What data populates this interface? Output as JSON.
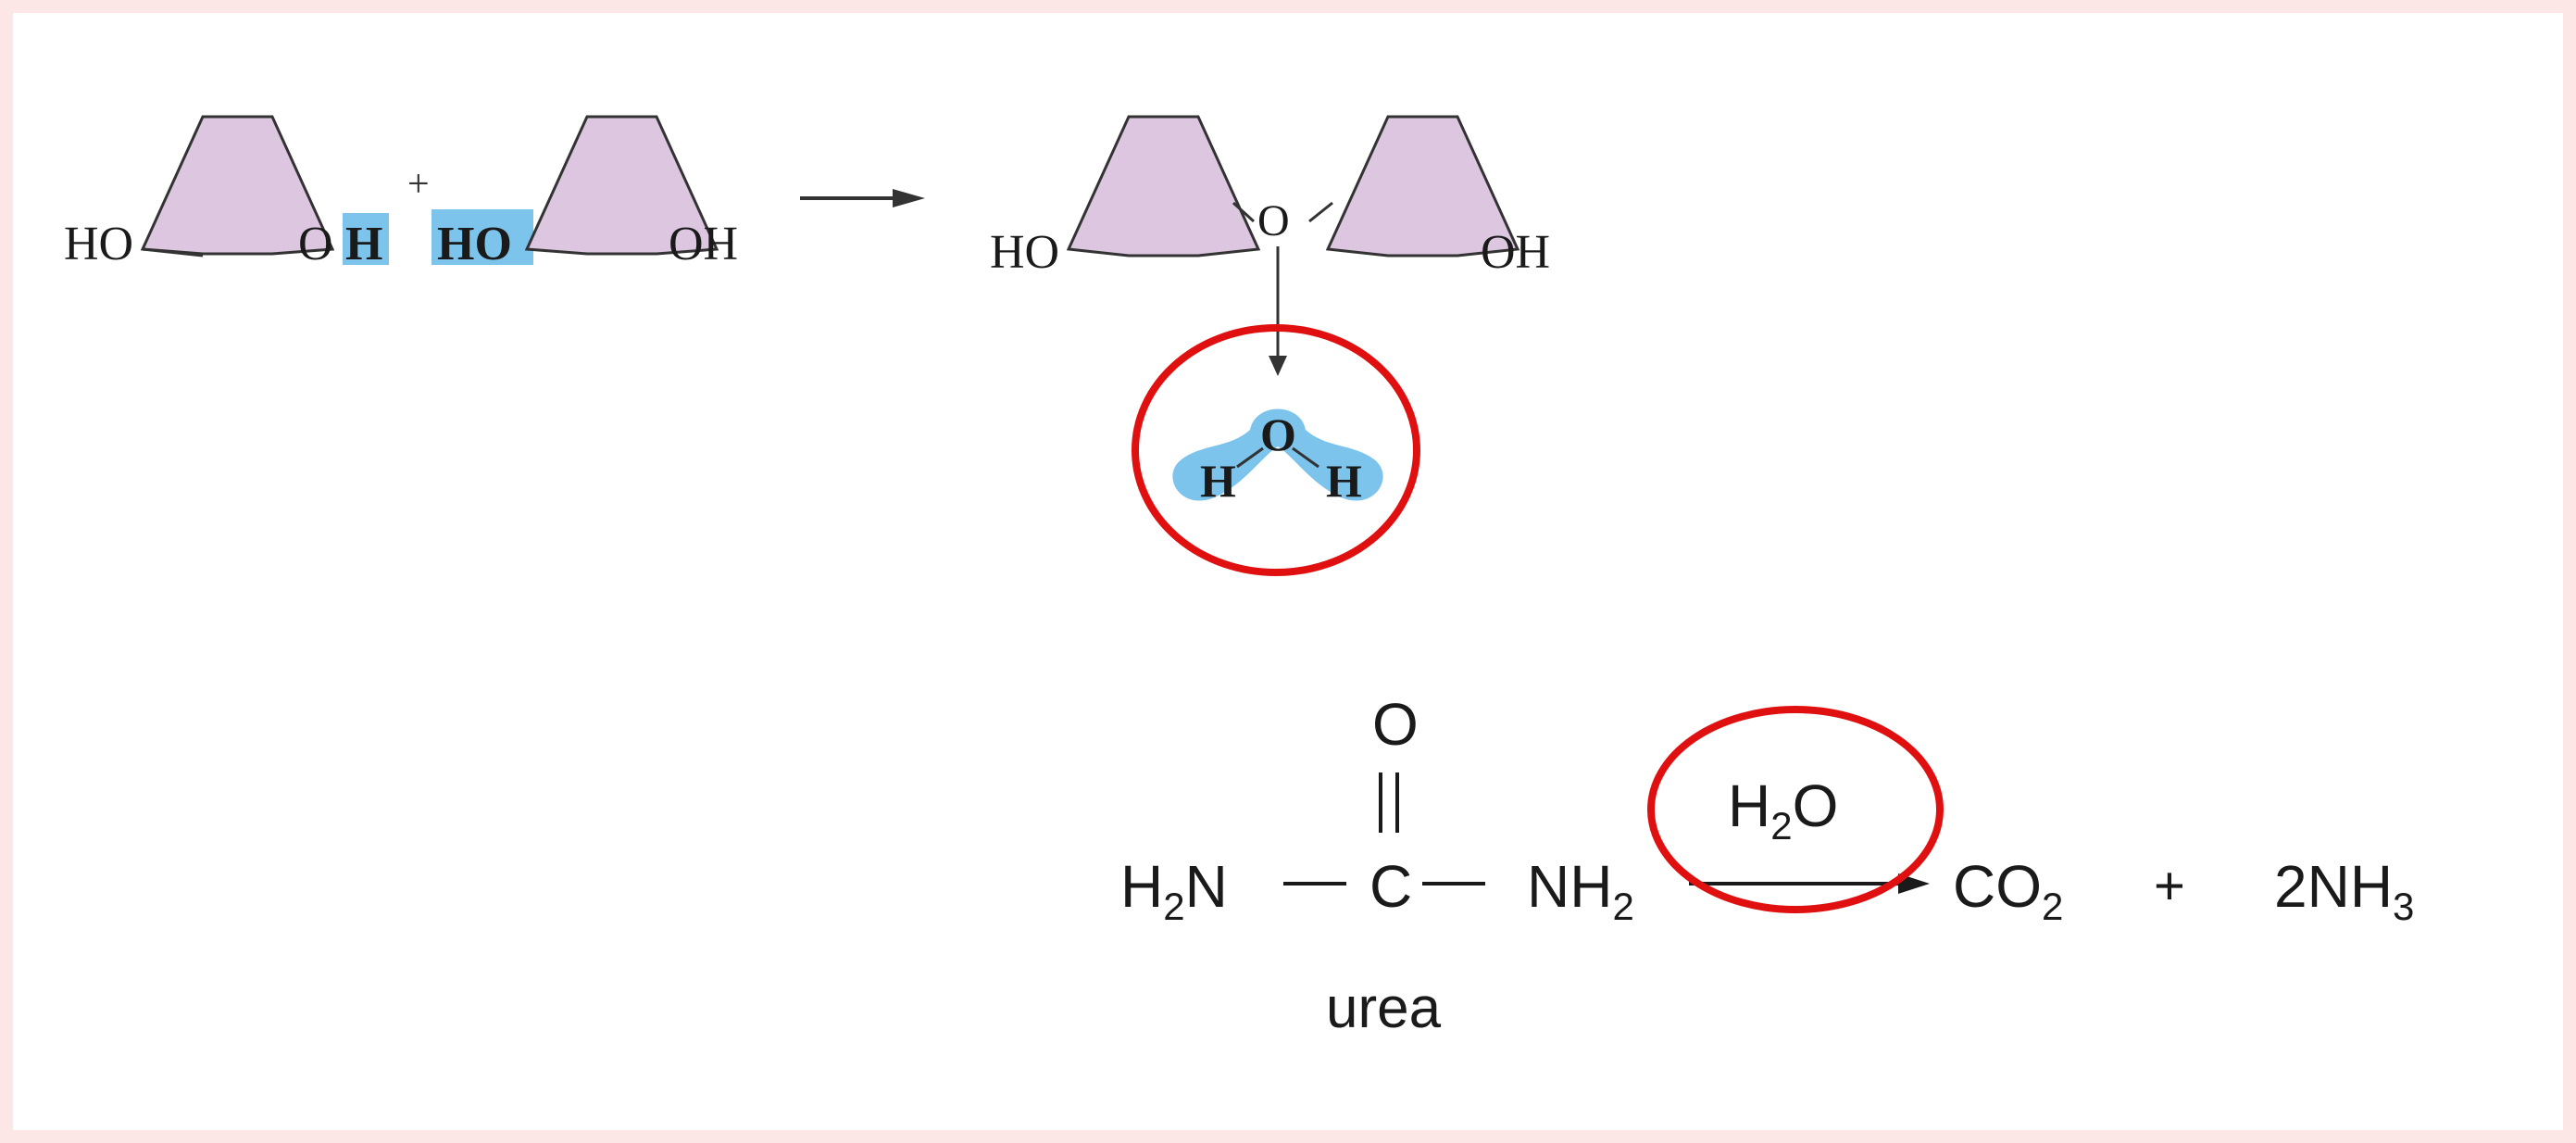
{
  "reaction1": {
    "mono1": {
      "left_group": "HO",
      "right_o": "O",
      "right_h": "H"
    },
    "plus": "+",
    "mono2": {
      "left_group": "HO",
      "right_group": "OH"
    },
    "product": {
      "left_group": "HO",
      "bridge_o": "O",
      "right_group": "OH"
    },
    "water": {
      "h_left": "H",
      "o": "O",
      "h_right": "H"
    }
  },
  "reaction2": {
    "urea": {
      "h": "H",
      "h_sub": "2",
      "n": "N",
      "c": "C",
      "o": "O",
      "nh": "NH",
      "nh_sub": "2"
    },
    "urea_label": "urea",
    "reagent": {
      "h": "H",
      "h_sub": "2",
      "o": "O"
    },
    "co2": {
      "co": "CO",
      "sub": "2"
    },
    "plus": "+",
    "nh3": {
      "text": "2NH",
      "sub": "3"
    }
  },
  "colors": {
    "sugar_ring": "#dcc6e0",
    "highlight": "#7cc4ec",
    "circle": "#e01010",
    "ink": "#1a1a1a",
    "background": "#fde6e6"
  }
}
